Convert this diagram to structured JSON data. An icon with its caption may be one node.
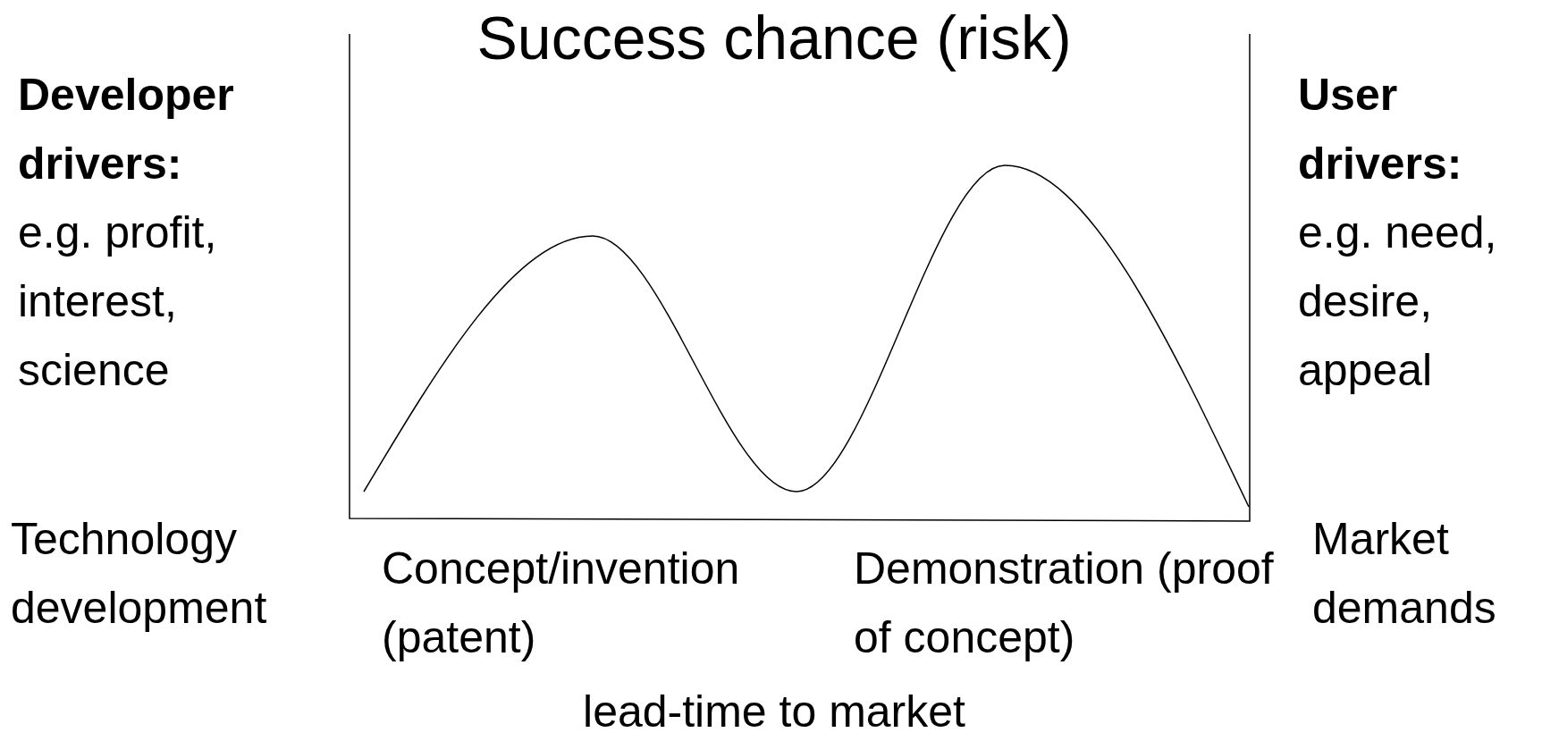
{
  "diagram": {
    "title": "Success chance (risk)",
    "labels": [
      "Developer drivers:",
      "e.g. profit, interest, science",
      "User drivers:",
      "e.g. need, desire, appeal",
      "Technology development",
      "Concept/invention (patent)",
      "Demonstration (proof of concept)",
      "Market demands",
      "lead-time to market"
    ]
  }
}
